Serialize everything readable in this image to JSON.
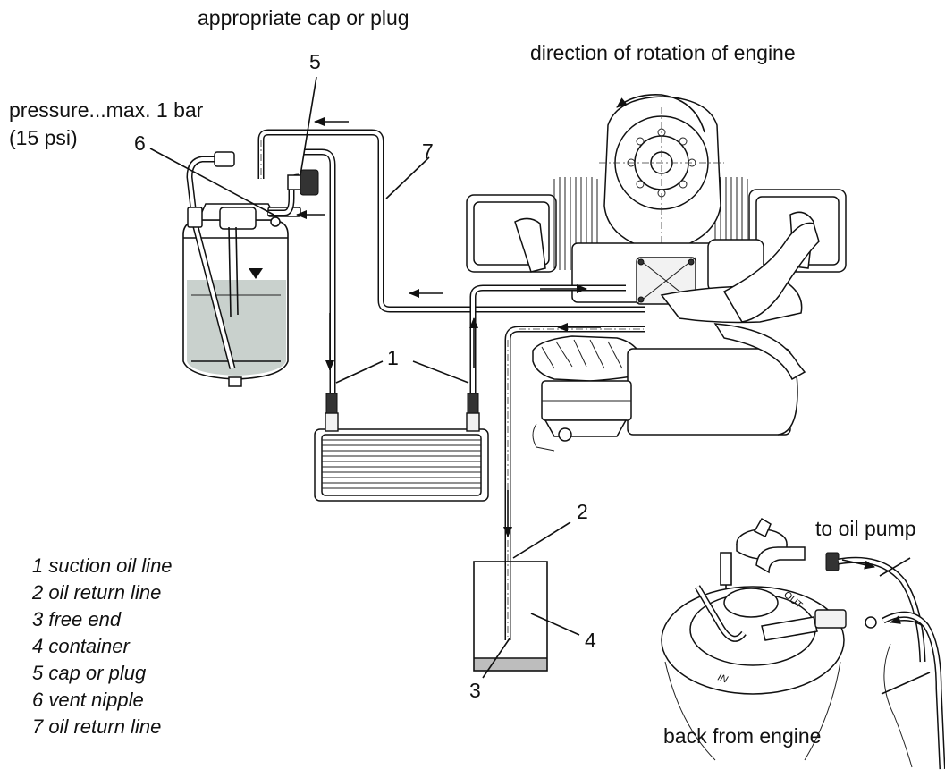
{
  "captions": {
    "cap_or_plug": "appropriate cap or plug",
    "rotation": "direction of rotation of engine",
    "pressure_line1": "pressure...max. 1 bar",
    "pressure_line2": "(15 psi)",
    "to_oil_pump": "to oil pump",
    "back_from_engine": "back from engine"
  },
  "inset_markings": {
    "out": "OUT",
    "in": "IN"
  },
  "callouts": {
    "n1": "1",
    "n2": "2",
    "n3": "3",
    "n4": "4",
    "n5": "5",
    "n6": "6",
    "n7": "7"
  },
  "legend": [
    "1 suction oil line",
    "2 oil return line",
    "3 free end",
    "4 container",
    "5 cap or plug",
    "6 vent nipple",
    "7 oil return line"
  ],
  "colors": {
    "oil_fill": "#c9d1cd",
    "container_oil": "#bdbdbd",
    "line": "#111111"
  }
}
